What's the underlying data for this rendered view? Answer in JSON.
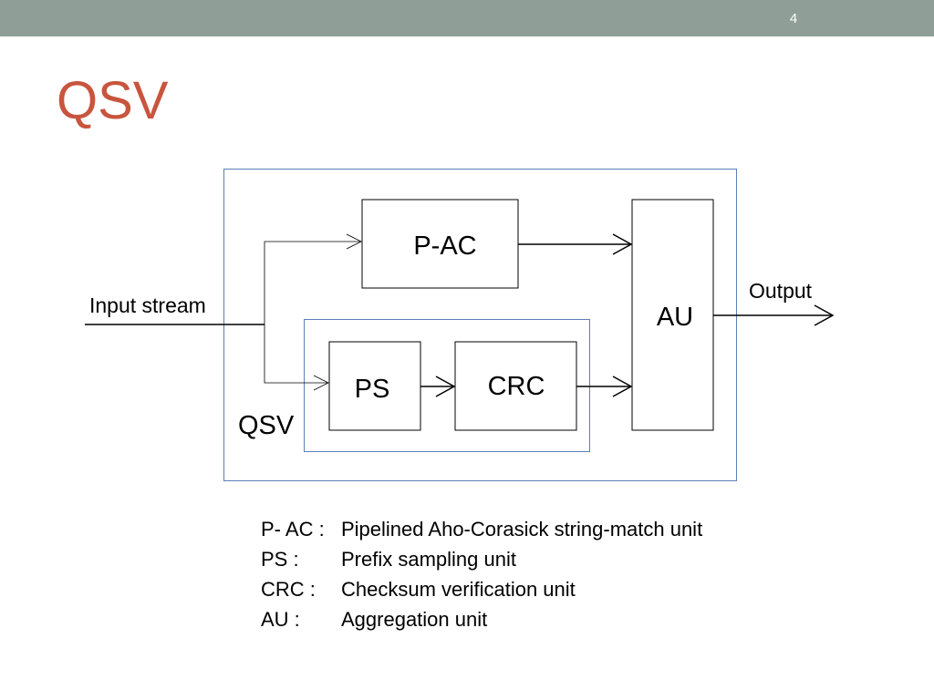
{
  "slide": {
    "page_number": "4",
    "title": "QSV"
  },
  "colors": {
    "top_bar": "#8f9f97",
    "title": "#c8553d",
    "container_border": "#5b7fb5"
  },
  "diagram": {
    "input_label": "Input stream",
    "output_label": "Output",
    "group_label": "QSV",
    "blocks": {
      "p_ac": "P-AC",
      "ps": "PS",
      "crc": "CRC",
      "au": "AU"
    }
  },
  "legend": [
    {
      "abbr": "P- AC :",
      "desc": "Pipelined Aho-Corasick string-match unit"
    },
    {
      "abbr": "PS   :",
      "desc": "Prefix sampling unit"
    },
    {
      "abbr": "CRC :",
      "desc": "Checksum verification unit"
    },
    {
      "abbr": "AU   :",
      "desc": "Aggregation unit"
    }
  ]
}
